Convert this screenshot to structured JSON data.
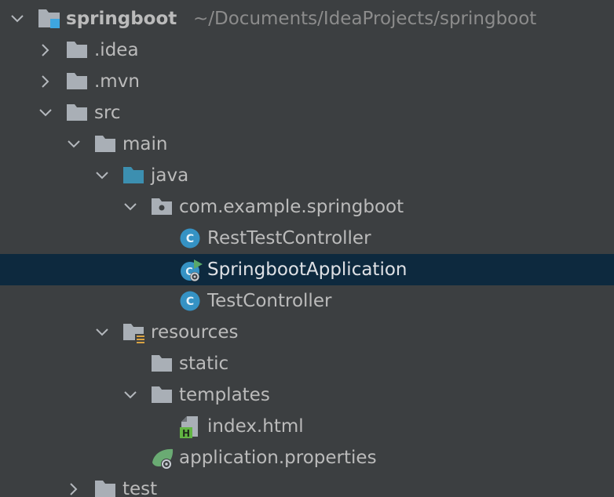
{
  "project_tree": {
    "colors": {
      "background": "#3c3f41",
      "selection": "#0d293e",
      "text": "#bbbbbb",
      "muted_text": "#8c8c8c",
      "folder_icon": "#a9afb6",
      "source_folder_icon": "#3c8fb0",
      "class_icon": "#3592c4",
      "spring_green": "#6aab73"
    },
    "root": {
      "name": "springboot",
      "path": "~/Documents/IdeaProjects/springboot",
      "expanded": true
    },
    "rows": [
      {
        "label": "springboot",
        "icon": "module-folder-icon",
        "expanded": true
      },
      {
        "label": ".idea",
        "icon": "folder-icon",
        "expanded": false
      },
      {
        "label": ".mvn",
        "icon": "folder-icon",
        "expanded": false
      },
      {
        "label": "src",
        "icon": "folder-icon",
        "expanded": true
      },
      {
        "label": "main",
        "icon": "folder-icon",
        "expanded": true
      },
      {
        "label": "java",
        "icon": "source-folder-icon",
        "expanded": true
      },
      {
        "label": "com.example.springboot",
        "icon": "package-icon",
        "expanded": true
      },
      {
        "label": "RestTestController",
        "icon": "class-icon"
      },
      {
        "label": "SpringbootApplication",
        "icon": "spring-boot-app-icon",
        "selected": true
      },
      {
        "label": "TestController",
        "icon": "class-icon"
      },
      {
        "label": "resources",
        "icon": "resources-folder-icon",
        "expanded": true
      },
      {
        "label": "static",
        "icon": "folder-icon"
      },
      {
        "label": "templates",
        "icon": "folder-icon",
        "expanded": true
      },
      {
        "label": "index.html",
        "icon": "html-file-icon"
      },
      {
        "label": "application.properties",
        "icon": "spring-properties-icon"
      },
      {
        "label": "test",
        "icon": "folder-icon",
        "expanded": false
      }
    ]
  }
}
